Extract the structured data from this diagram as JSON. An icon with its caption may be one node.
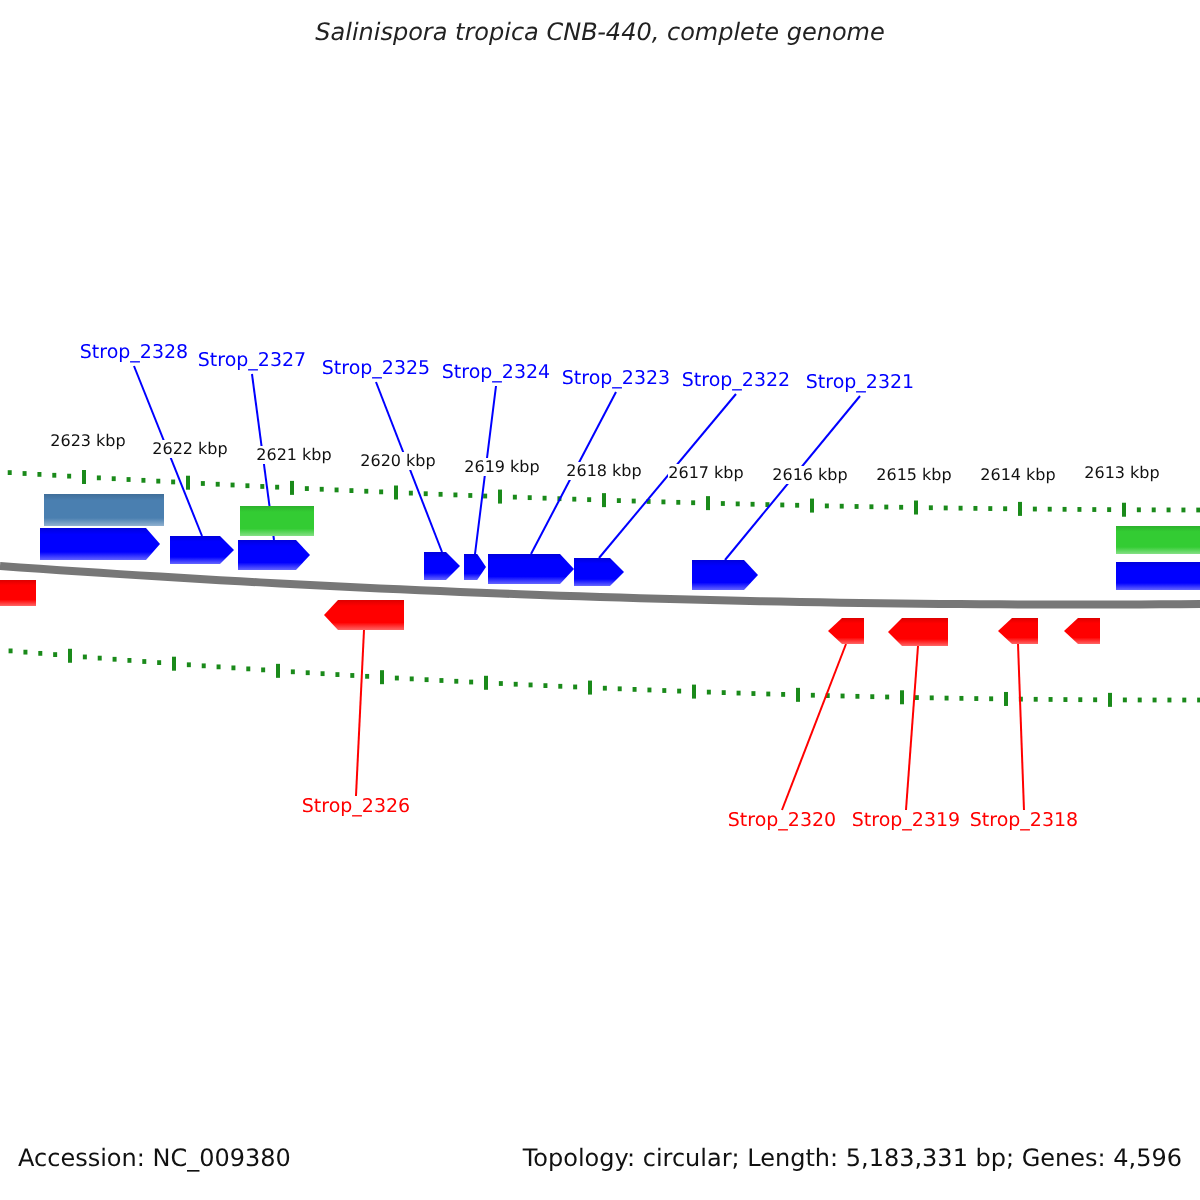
{
  "diagram": {
    "title": "Salinispora tropica CNB-440, complete genome",
    "nodes": [
      {
        "text": [
          "Strop_2328"
        ]
      },
      {
        "text": [
          "Strop_2327"
        ]
      },
      {
        "text": [
          "Strop_2325"
        ]
      },
      {
        "text": [
          "Strop_2324"
        ]
      },
      {
        "text": [
          "Strop_2323"
        ]
      },
      {
        "text": [
          "Strop_2322"
        ]
      },
      {
        "text": [
          "Strop_2321"
        ]
      },
      {
        "text": [
          "Strop_2326"
        ]
      },
      {
        "text": [
          "Strop_2320"
        ]
      },
      {
        "text": [
          "Strop_2319"
        ]
      },
      {
        "text": [
          "Strop_2318"
        ]
      },
      {
        "text": [],
        "shape": "bar"
      },
      {
        "text": [],
        "shape": "bar"
      },
      {
        "text": [],
        "shape": "bar"
      },
      {
        "text": [],
        "shape": "arrow"
      },
      {
        "text": [],
        "shape": "arrow"
      },
      {
        "text": [],
        "shape": "arrow"
      },
      {
        "text": [],
        "shape": "arrow"
      },
      {
        "text": [],
        "shape": "arrow"
      },
      {
        "text": [],
        "shape": "arrow"
      },
      {
        "text": [],
        "shape": "arrow"
      },
      {
        "text": [],
        "shape": "arrow"
      },
      {
        "text": [],
        "shape": "bar"
      },
      {
        "text": [],
        "shape": "bar"
      },
      {
        "text": [],
        "shape": "arrow"
      },
      {
        "text": [],
        "shape": "arrow"
      },
      {
        "text": [],
        "shape": "arrow"
      },
      {
        "text": [],
        "shape": "arrow"
      },
      {
        "text": [],
        "shape": "arrow"
      }
    ],
    "edges": [
      {
        "from": 0,
        "to": 15,
        "arrow": "none"
      },
      {
        "from": 1,
        "to": 16,
        "arrow": "none"
      },
      {
        "from": 2,
        "to": 17,
        "arrow": "none"
      },
      {
        "from": 3,
        "to": 18,
        "arrow": "none"
      },
      {
        "from": 4,
        "to": 19,
        "arrow": "none"
      },
      {
        "from": 5,
        "to": 20,
        "arrow": "none"
      },
      {
        "from": 6,
        "to": 21,
        "arrow": "none"
      },
      {
        "from": 7,
        "to": 24,
        "arrow": "none",
        "color": "#ff0000"
      },
      {
        "from": 8,
        "to": 25,
        "arrow": "none",
        "color": "#ff0000"
      },
      {
        "from": 9,
        "to": 26,
        "arrow": "none",
        "color": "#ff0000"
      },
      {
        "from": 10,
        "to": 27,
        "arrow": "none",
        "color": "#ff0000"
      }
    ],
    "labels": [
      "2623 kbp",
      "2622 kbp",
      "2621 kbp",
      "2620 kbp",
      "2619 kbp",
      "2618 kbp",
      "2617 kbp",
      "2616 kbp",
      "2615 kbp",
      "2614 kbp",
      "2613 kbp",
      "Accession: NC_009380",
      "Topology: circular; Length: 5,183,331 bp; Genes: 4,596"
    ]
  }
}
